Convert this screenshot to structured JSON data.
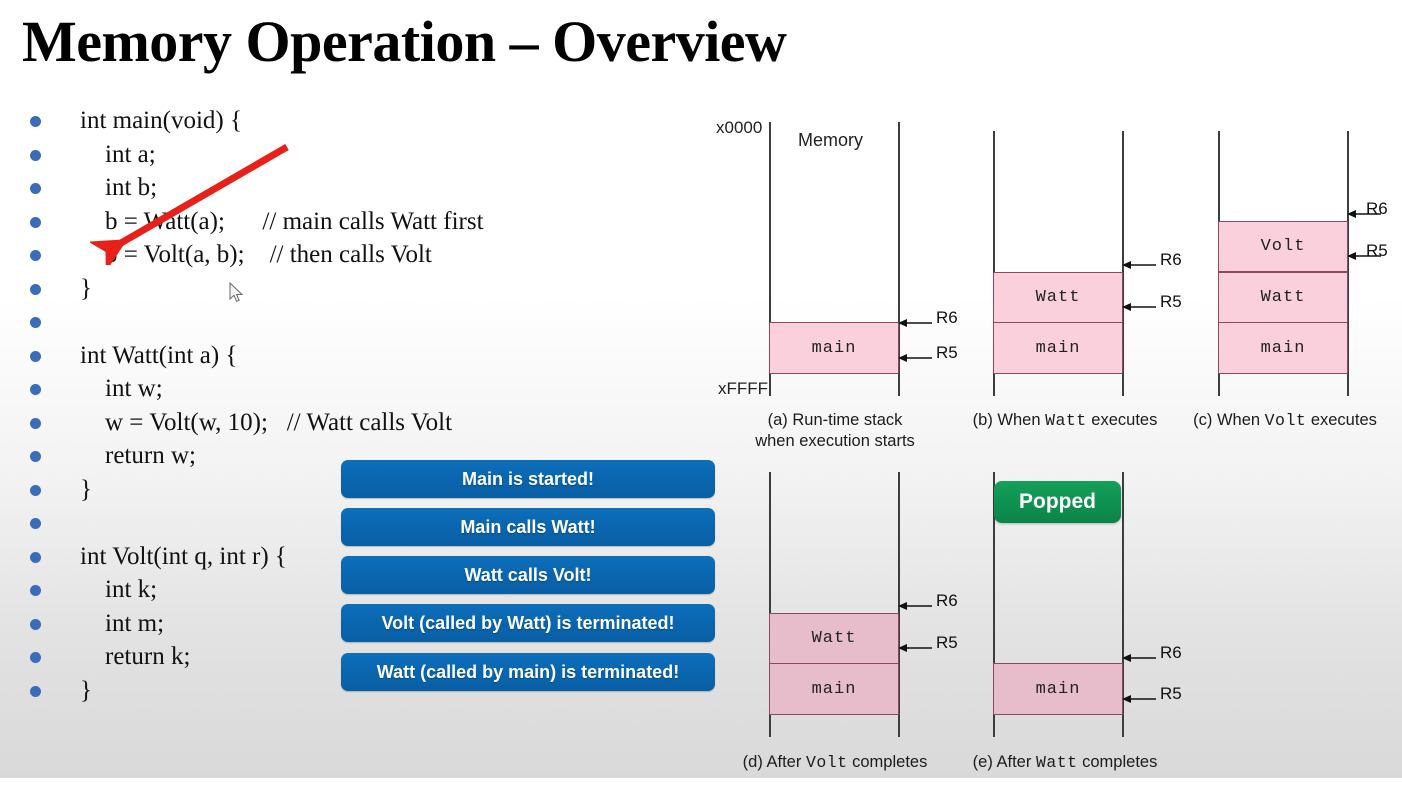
{
  "slide": {
    "title": "Memory Operation – Overview"
  },
  "code": {
    "lines": [
      "int main(void) {",
      "    int a;",
      "    int b;",
      "    b = Watt(a);      // main calls Watt first",
      "    b = Volt(a, b);    // then calls Volt",
      "}",
      "",
      "int Watt(int a) {",
      "    int w;",
      "    w = Volt(w, 10);   // Watt calls Volt",
      "    return w;",
      "}",
      "",
      "int Volt(int q, int r) {",
      "    int k;",
      "    int m;",
      "    return k;",
      "}"
    ],
    "bullet_color": "#3a6cb8"
  },
  "annotations": {
    "red_arrow_color": "#e8201a",
    "cursor": "mouse-pointer"
  },
  "messages": {
    "accent_color": "#0a65ae",
    "buttons": [
      "Main is started!",
      "Main calls Watt!",
      "Watt calls Volt!",
      "Volt (called by Watt) is terminated!",
      "Watt (called by main) is terminated!"
    ]
  },
  "badge": {
    "popped_label": "Popped",
    "popped_color": "#0e9150"
  },
  "diagrams": {
    "frame_fill": "#fad0dd",
    "frame_border": "#8a4a5c",
    "memory_label": "Memory",
    "addr_top": "x0000",
    "addr_bottom": "xFFFF",
    "registers": {
      "top": "R6",
      "bottom": "R5"
    },
    "panels": [
      {
        "id": "a",
        "caption_prefix": "(a) Run-time stack",
        "caption_second": "when execution starts",
        "frames": [
          "main"
        ]
      },
      {
        "id": "b",
        "caption_prefix": "(b) When ",
        "caption_mono": "Watt",
        "caption_suffix": " executes",
        "frames": [
          "Watt",
          "main"
        ]
      },
      {
        "id": "c",
        "caption_prefix": "(c) When ",
        "caption_mono": "Volt",
        "caption_suffix": " executes",
        "frames": [
          "Volt",
          "Watt",
          "main"
        ]
      },
      {
        "id": "d",
        "caption_prefix": "(d) After ",
        "caption_mono": "Volt",
        "caption_suffix": " completes",
        "frames": [
          "Watt",
          "main"
        ]
      },
      {
        "id": "e",
        "caption_prefix": "(e) After ",
        "caption_mono": "Watt",
        "caption_suffix": " completes",
        "frames": [
          "main"
        ]
      }
    ]
  }
}
